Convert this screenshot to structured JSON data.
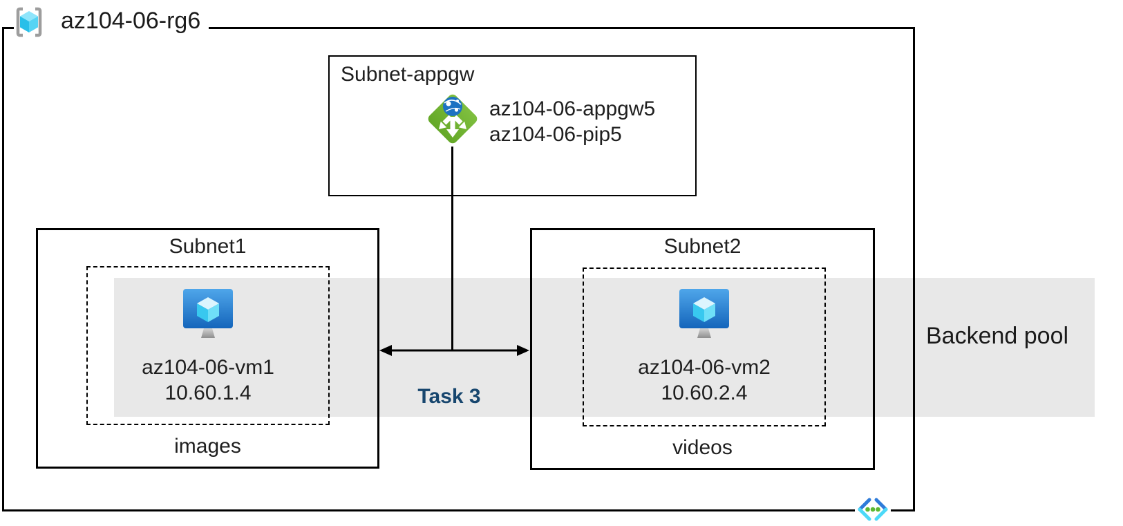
{
  "resource_group": {
    "label": "az104-06-rg6"
  },
  "appgw_subnet": {
    "title": "Subnet-appgw",
    "gateway_name": "az104-06-appgw5",
    "public_ip_name": "az104-06-pip5"
  },
  "subnet1": {
    "title": "Subnet1",
    "vm_name": "az104-06-vm1",
    "vm_ip": "10.60.1.4",
    "storage_label": "images"
  },
  "subnet2": {
    "title": "Subnet2",
    "vm_name": "az104-06-vm2",
    "vm_ip": "10.60.2.4",
    "storage_label": "videos"
  },
  "backend_pool": {
    "label": "Backend pool"
  },
  "task": {
    "label": "Task 3"
  },
  "icons": {
    "resource_group": "resource-group-icon",
    "application_gateway": "application-gateway-icon",
    "virtual_machine": "virtual-machine-icon",
    "virtual_network": "virtual-network-icon"
  },
  "colors": {
    "backend_pool_band": "#E8E8E8",
    "task_text": "#17466E",
    "appgw_green": "#76B637",
    "globe_blue": "#1D72C2",
    "vm_screen_top": "#4FA6EA",
    "vm_screen_bottom": "#1465BB",
    "cube_cyan": "#50E6FF",
    "vnet_blue": "#2E7BD9",
    "vnet_cyan": "#4CD9F8",
    "dot_green": "#5CB832",
    "bracket_gray": "#9D9D9D",
    "border_black": "#000000"
  }
}
